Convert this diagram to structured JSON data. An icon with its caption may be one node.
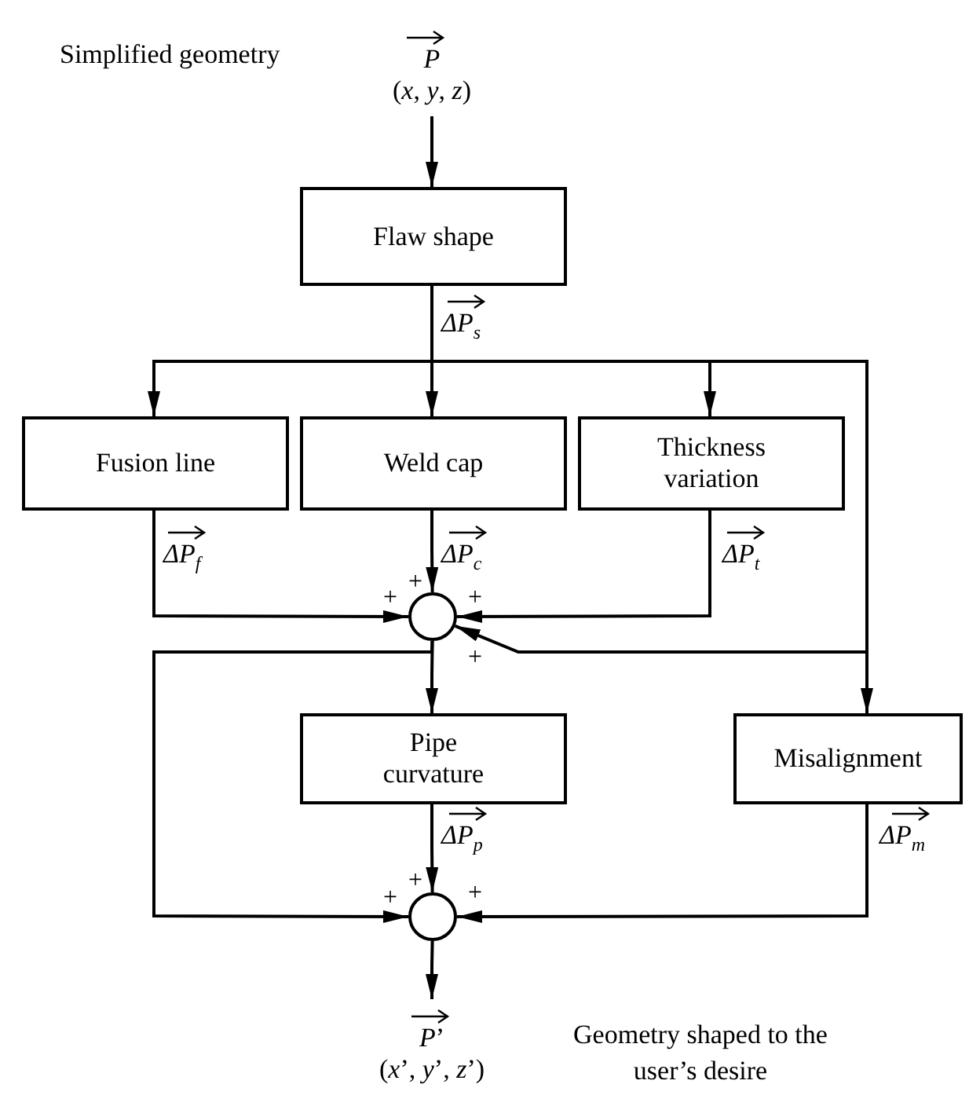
{
  "diagram": {
    "nodes": [
      {
        "text": [
          "*P*",
          "(*x*, *y*, *z*)"
        ]
      },
      {
        "text": [
          "Flaw shape"
        ]
      },
      {
        "text": [
          "Fusion line"
        ]
      },
      {
        "text": [
          "Weld cap"
        ]
      },
      {
        "text": [
          "Thickness variation"
        ]
      },
      {
        "text": [],
        "shape": "circle"
      },
      {
        "text": [
          "Pipe curvature"
        ]
      },
      {
        "text": [
          "Misalignment"
        ]
      },
      {
        "text": [],
        "shape": "circle"
      },
      {
        "text": [
          "*P*’",
          "(*x*’, *y*’, *z*’)"
        ]
      }
    ],
    "edges": [
      {
        "from": 0,
        "to": 1,
        "arrow": "to"
      },
      {
        "from": 1,
        "to": 2,
        "arrow": "to"
      },
      {
        "from": 1,
        "to": 3,
        "arrow": "to"
      },
      {
        "from": 1,
        "to": 4,
        "arrow": "to"
      },
      {
        "from": 1,
        "to": 7,
        "arrow": "to"
      },
      {
        "from": 1,
        "to": 5,
        "arrow": "to"
      },
      {
        "from": 2,
        "to": 5,
        "arrow": "to",
        "label": "ΔP$_{f}$"
      },
      {
        "from": 3,
        "to": 5,
        "arrow": "to",
        "label": "ΔP$_{c}$"
      },
      {
        "from": 4,
        "to": 5,
        "arrow": "to",
        "label": "ΔP$_{t}$"
      },
      {
        "from": 5,
        "to": 6,
        "arrow": "to"
      },
      {
        "from": 5,
        "to": 8,
        "arrow": "to"
      },
      {
        "from": 6,
        "to": 8,
        "arrow": "to",
        "label": "ΔP$_{p}$"
      },
      {
        "from": 7,
        "to": 8,
        "arrow": "to",
        "label": "ΔP$_{m}$"
      },
      {
        "from": 8,
        "to": 9,
        "arrow": "to"
      }
    ],
    "labels": [
      "Simplified geometry",
      "ΔP$_{s}$",
      "+",
      "+",
      "+",
      "+",
      "+",
      "+",
      "+",
      "Geometry shaped to the user’s desire"
    ]
  }
}
